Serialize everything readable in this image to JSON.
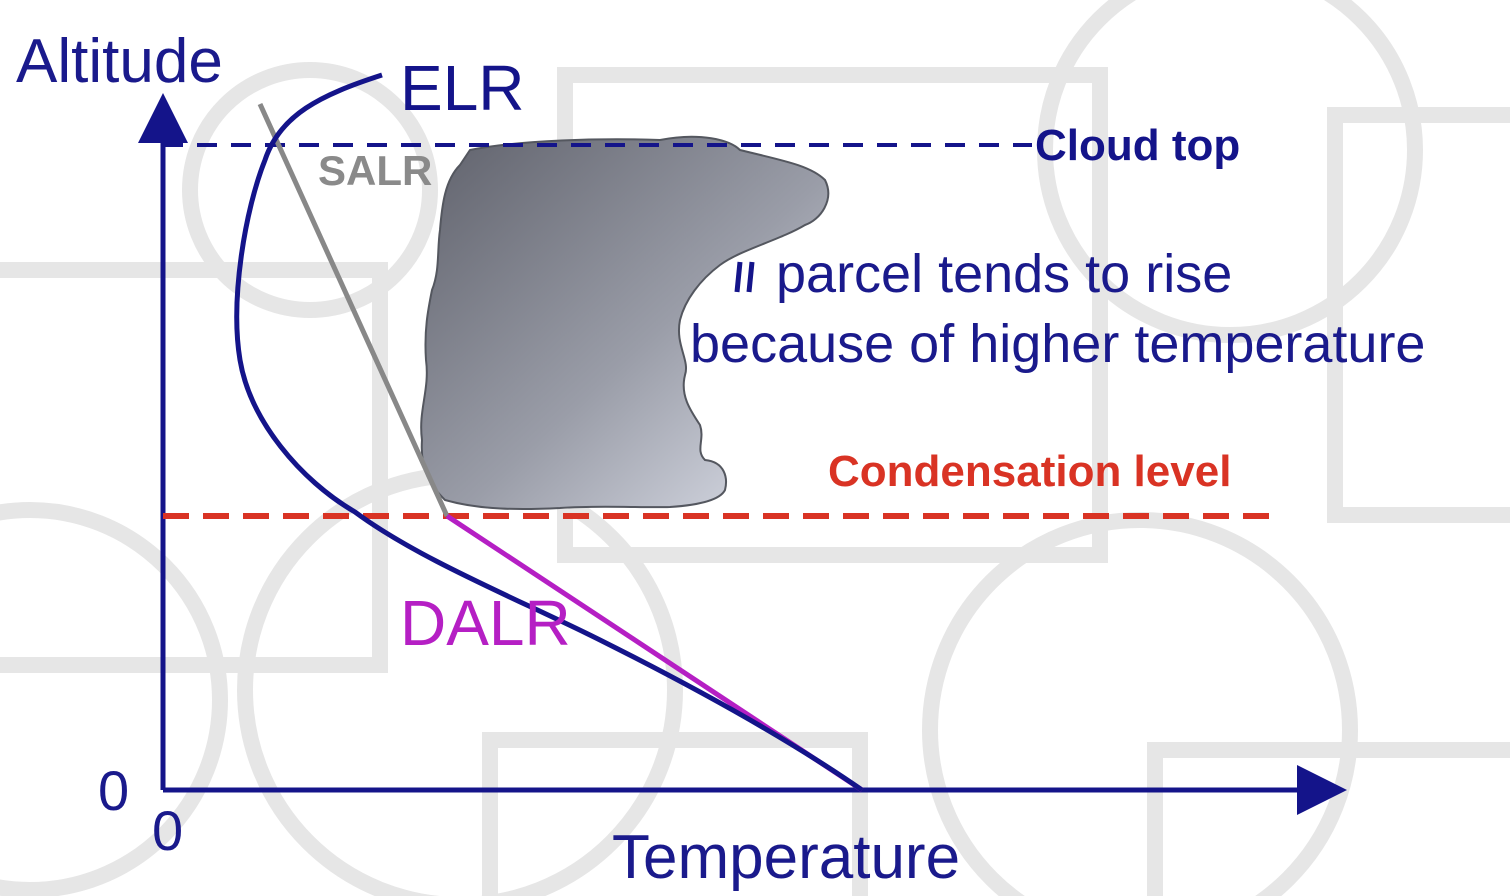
{
  "diagram": {
    "axes": {
      "y_label": "Altitude",
      "x_label": "Temperature",
      "y_origin_label": "0",
      "x_origin_label": "0"
    },
    "curves": {
      "elr": {
        "label": "ELR",
        "color": "#14148a"
      },
      "salr": {
        "label": "SALR",
        "color": "#888888"
      },
      "dalr": {
        "label": "DALR",
        "color": "#b51fc4"
      }
    },
    "levels": {
      "cloud_top": {
        "label": "Cloud top",
        "color": "#14148a"
      },
      "condensation": {
        "label": "Condensation level",
        "color": "#d93324"
      }
    },
    "annotation": {
      "line1": "parcel tends to rise",
      "line2": "because of higher temperature"
    },
    "colors": {
      "text": "#1a1a8c",
      "watermark": "#e6e6e6",
      "cloud_dark": "#6c6e78",
      "cloud_light": "#d8dbe6"
    }
  }
}
